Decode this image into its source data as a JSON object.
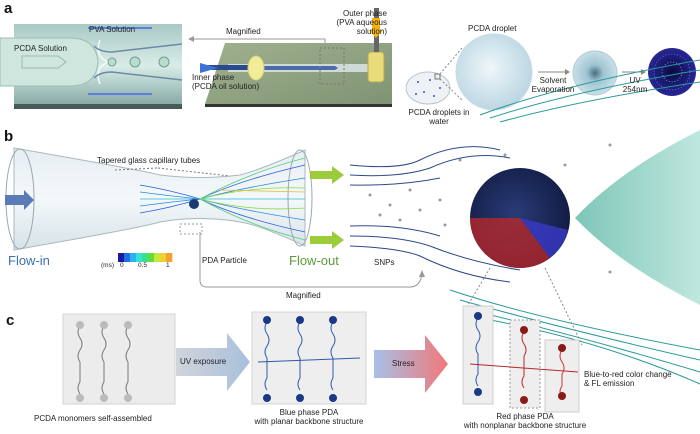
{
  "panels": {
    "a": {
      "letter": "a",
      "labels": {
        "pva_solution": "PVA Solution",
        "pcda_solution": "PCDA Solution",
        "magnified": "Magnified",
        "outer_phase_1": "Outer phase",
        "outer_phase_2": "(PVA aqueous",
        "outer_phase_3": "solution)",
        "inner_phase_1": "Inner phase",
        "inner_phase_2": "(PCDA oil solution)",
        "pcda_droplet": "PCDA droplet",
        "droplets_in_water_1": "PCDA droplets in",
        "droplets_in_water_2": "water",
        "solvent_1": "Solvent",
        "solvent_2": "Evaporation",
        "uv_1": "UV",
        "uv_2": "254nm"
      }
    },
    "b": {
      "letter": "b",
      "labels": {
        "tapered": "Tapered glass capillary tubes",
        "flow_in": "Flow-in",
        "flow_out": "Flow-out",
        "pda_particle": "PDA Particle",
        "snps": "SNPs",
        "magnified": "Magnified"
      },
      "colorbar": {
        "unit": "(ms)",
        "ticks": [
          "0",
          "0.5",
          "1"
        ],
        "colors": [
          "#1a1aa0",
          "#1f6fe0",
          "#27b4f0",
          "#35e0d8",
          "#38e08a",
          "#66dc3a",
          "#c6e83a",
          "#f0d030",
          "#f5a030"
        ]
      }
    },
    "c": {
      "letter": "c",
      "labels": {
        "monomers": "PCDA monomers self-assembled",
        "uv_exposure": "UV exposure",
        "blue_1": "Blue phase PDA",
        "blue_2": "with planar backbone structure",
        "stress": "Stress",
        "red_1": "Red phase PDA",
        "red_2": "with nonplanar backbone structure",
        "change_1": "Blue-to-red color change",
        "change_2": "& FL emission"
      }
    }
  },
  "colors": {
    "flow_in": "#3d6fb0",
    "flow_out": "#5e9a3a",
    "blue_phase": "#1f4f9a",
    "red_phase": "#c0282a",
    "teal_lines": "#2a9a9a"
  }
}
